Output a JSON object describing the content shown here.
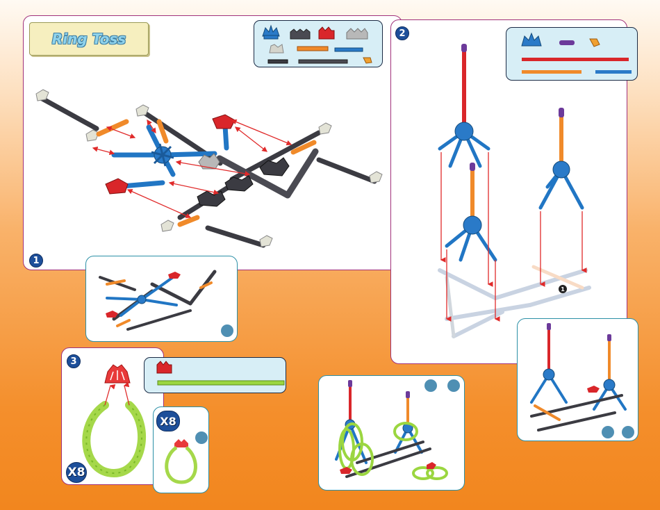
{
  "page_title": "Ring Toss",
  "steps": {
    "step1": "1",
    "step2": "2",
    "step3": "3",
    "step1_ref": "1"
  },
  "multipliers": {
    "ring_count_large": "X8",
    "ring_count_small": "X8"
  },
  "colors": {
    "blue_rod": "#2176c4",
    "red_rod": "#d9262a",
    "orange_rod": "#f08a2a",
    "dark_rod": "#4a4a52",
    "gray_connector": "#b8b8b8",
    "green_flex_rod": "#9bd640",
    "purple_cap": "#6c3a9a",
    "arrow_red": "#e02a2a",
    "panel_border_main": "#a0307a",
    "panel_border_sub": "#2a8fa6"
  }
}
